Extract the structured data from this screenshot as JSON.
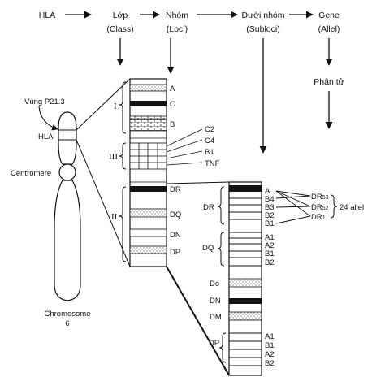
{
  "header": {
    "hla": "HLA",
    "class": {
      "line1": "Lớp",
      "line2": "(Class)"
    },
    "loci": {
      "line1": "Nhóm",
      "line2": "(Loci)"
    },
    "subloci": {
      "line1": "Dưới nhóm",
      "line2": "(Subloci)"
    },
    "gene": {
      "line1": "Gene",
      "line2": "(Allel)"
    },
    "molecule": "Phân tử"
  },
  "chromosome": {
    "region_label": "Vùng P21.3",
    "hla_label": "HLA",
    "centromere_label": "Centromere",
    "name_line1": "Chromosome",
    "name_line2": "6"
  },
  "classes": {
    "class_i": "I",
    "class_iii": "III",
    "class_ii": "II"
  },
  "loci": {
    "class_i": [
      "A",
      "C",
      "B"
    ],
    "class_iii": [
      "C2",
      "C4",
      "B1",
      "TNF"
    ],
    "class_ii": [
      "DR",
      "DQ",
      "DN",
      "DP"
    ]
  },
  "subloci": {
    "dr_group": "DR",
    "dr_genes": [
      "A",
      "B4",
      "B3",
      "B2",
      "B1"
    ],
    "dq_group": "DQ",
    "dq_genes": [
      "A1",
      "A2",
      "B1",
      "B2"
    ],
    "do_label": "Do",
    "dn_label": "DN",
    "dm_label": "DM",
    "dp_group": "DP",
    "dp_genes": [
      "A1",
      "B1",
      "A2",
      "B2"
    ]
  },
  "alleles": {
    "dr53": {
      "base": "DR",
      "sub": "53"
    },
    "dr52": {
      "base": "DR",
      "sub": "52"
    },
    "dr1": {
      "base": "DR",
      "sub": "1"
    },
    "count": "24 allel"
  }
}
